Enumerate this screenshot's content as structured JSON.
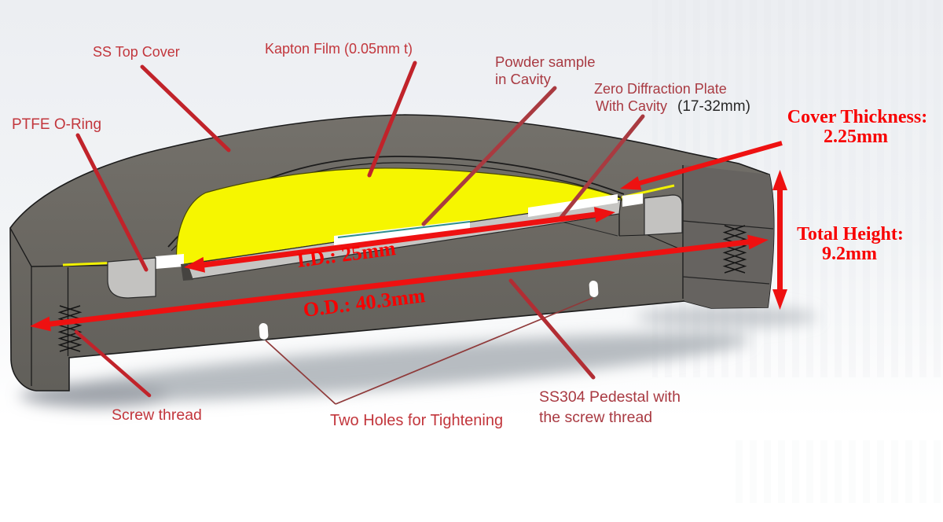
{
  "figure": {
    "type": "cad-cross-section-diagram",
    "subject": "Air-tight powder sample holder cross-section"
  },
  "callouts": {
    "ss_top_cover": {
      "text": "SS Top Cover"
    },
    "kapton_film": {
      "text": "Kapton Film (0.05mm t)"
    },
    "powder_sample": {
      "line1": "Powder sample",
      "line2": "in Cavity"
    },
    "zero_plate": {
      "line1": "Zero Diffraction Plate",
      "line2": "With Cavity",
      "range": "(17-32mm)"
    },
    "ptfe_oring": {
      "text": "PTFE O-Ring"
    },
    "screw_thread": {
      "text": "Screw thread"
    },
    "two_holes": {
      "text": "Two Holes for Tightening"
    },
    "pedestal": {
      "line1": "SS304 Pedestal with",
      "line2": "the screw thread"
    }
  },
  "dimensions": {
    "cover_thickness": {
      "line1": "Cover Thickness:",
      "line2": "2.25mm"
    },
    "total_height": {
      "line1": "Total Height:",
      "line2": "9.2mm"
    },
    "inner_diameter": "I.D.: 25mm",
    "outer_diameter": "O.D.: 40.3mm"
  },
  "colors": {
    "callout_text_red": "#b23a42",
    "dimension_text_red": "#f80000",
    "arrow_bright_red": "#ee1111",
    "leader_crimson": "#c1232a",
    "leader_maroon": "#a93a40",
    "body_gray": "#6b6862",
    "cut_face_gray": "#666360",
    "plate_gray": "#c6c5c3",
    "oring_gray": "#c3c2c0",
    "film_yellow": "#f6f600",
    "cavity_white": "#ffffff",
    "background_top": "#edeff2"
  }
}
